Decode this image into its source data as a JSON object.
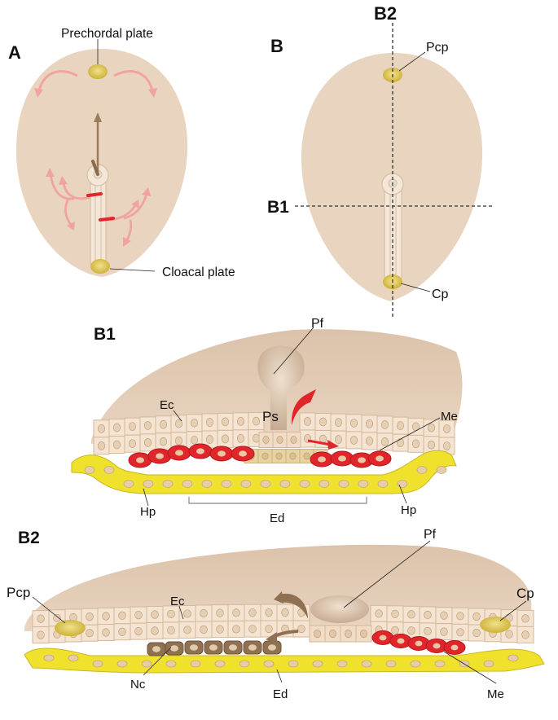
{
  "panel_a": {
    "label": "A",
    "prechordal_plate": "Prechordal plate",
    "cloacal_plate": "Cloacal  plate"
  },
  "panel_b": {
    "label": "B",
    "section_b2": "B2",
    "section_b1": "B1",
    "pcp": "Pcp",
    "cp": "Cp"
  },
  "panel_b1": {
    "label": "B1",
    "pf": "Pf",
    "ps": "Ps",
    "ec": "Ec",
    "me": "Me",
    "hp_left": "Hp",
    "hp_right": "Hp",
    "ed": "Ed"
  },
  "panel_b2": {
    "label": "B2",
    "pf": "Pf",
    "ec": "Ec",
    "pcp": "Pcp",
    "cp": "Cp",
    "nc": "Nc",
    "ed": "Ed",
    "me": "Me"
  },
  "colors": {
    "embryo_skin": "#e9d4bf",
    "ectoderm_cell": "#f6e4d3",
    "hypoblast_yellow": "#f0e12c",
    "mesoderm_red": "#e0262b",
    "notochord_brown": "#8f7152",
    "arrow_pink": "#f0a39f",
    "plate_yellow": "#ddc85a"
  }
}
